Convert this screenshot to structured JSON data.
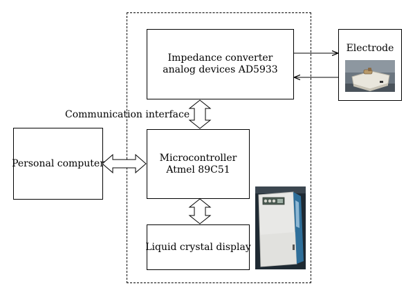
{
  "blocks": {
    "impedance_converter": {
      "line1": "Impedance converter",
      "line2": "analog devices AD5933"
    },
    "microcontroller": {
      "line1": "Microcontroller",
      "line2": "Atmel 89C51"
    },
    "lcd": {
      "label": "Liquid crystal display"
    },
    "personal_computer": {
      "label": "Personal computer"
    },
    "electrode": {
      "label": "Electrode"
    }
  },
  "annotations": {
    "communication_interface": "Communication interface"
  },
  "colors": {
    "line": "#000000",
    "photo_background": "#1f2a33",
    "device_case": "#e8e8e6",
    "device_accent": "#2f6f9a"
  },
  "icons": {
    "electrode_photo": "electrode-device-photo",
    "device_photo": "handheld-meter-photo"
  }
}
